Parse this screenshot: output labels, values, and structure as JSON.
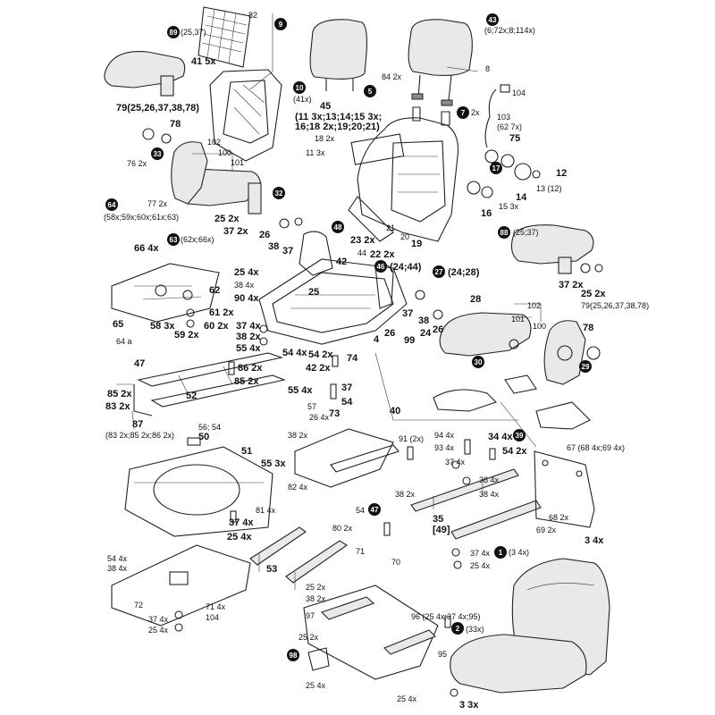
{
  "callouts": [
    {
      "num": "9",
      "label": ""
    },
    {
      "num": "43",
      "label": "(6;72x;8;114x)"
    },
    {
      "num": "89",
      "label": "(25,37)"
    },
    {
      "num": "10",
      "label": "(41x)"
    },
    {
      "num": "5",
      "label": ""
    },
    {
      "num": "7",
      "label": "2x"
    },
    {
      "num": "33",
      "label": ""
    },
    {
      "num": "32",
      "label": ""
    },
    {
      "num": "17",
      "label": ""
    },
    {
      "num": "64",
      "label": "(58x;59x;60x;61x;63)"
    },
    {
      "num": "63",
      "label": "(62x;66x)"
    },
    {
      "num": "48",
      "label": ""
    },
    {
      "num": "46",
      "label": "(24;44)"
    },
    {
      "num": "27",
      "label": "(24;28)"
    },
    {
      "num": "88",
      "label": "(25;37)"
    },
    {
      "num": "30",
      "label": ""
    },
    {
      "num": "29",
      "label": ""
    },
    {
      "num": "39",
      "label": ""
    },
    {
      "num": "47",
      "label": ""
    },
    {
      "num": "1",
      "label": "(3 4x)"
    },
    {
      "num": "2",
      "label": "(33x)"
    },
    {
      "num": "98",
      "label": ""
    }
  ],
  "labels": {
    "l82": "82",
    "l41": "41 5x",
    "l84": "84 2x",
    "l8": "8",
    "l104": "104",
    "l103": "103",
    "l103b": "(62 7x)",
    "l75": "75",
    "l45": "45",
    "l45b": "(11 3x;13;14;15 3x;",
    "l45c": "16;18 2x;19;20;21)",
    "l79a": "79(25,26,37,38,78)",
    "l78a": "78",
    "l18": "18 2x",
    "l11": "11 3x",
    "l76": "76 2x",
    "l102a": "102",
    "l100a": "100",
    "l101a": "101",
    "l77": "77 2x",
    "l25a": "25 2x",
    "l37a": "37 2x",
    "l12": "12",
    "l13": "13 (12)",
    "l14": "14",
    "l15": "15 3x",
    "l16": "16",
    "l26a": "26",
    "l38a": "38",
    "l37b": "37",
    "l23": "23 2x",
    "l21": "21",
    "l20": "20",
    "l19": "19",
    "l22": "22 2x",
    "l44": "44",
    "l42": "42",
    "l66": "66 4x",
    "l62": "62",
    "l25b": "25 4x",
    "l38b": "38 4x",
    "l90": "90 4x",
    "l25c": "25",
    "l37c": "37 2x",
    "l25d": "25 2x",
    "l79b": "79(25,26,37,38,78)",
    "l65": "65",
    "l58": "58 3x",
    "l59": "59 2x",
    "l60": "60 2x",
    "l61": "61 2x",
    "l64b": "64 a",
    "l37d": "37 4x",
    "l38c": "38 2x",
    "l55a": "55 4x",
    "l4": "4",
    "l26b": "26",
    "l99": "99",
    "l24": "24",
    "l37e": "37",
    "l38d": "38",
    "l26c": "26",
    "l28": "28",
    "l102b": "102",
    "l101b": "101",
    "l100b": "100",
    "l78b": "78",
    "l47": "47",
    "l86": "86 2x",
    "l85a": "85 2x",
    "l52": "52",
    "l85b": "85 2x",
    "l83": "83 2x",
    "l87": "87",
    "l87b": "(83 2x;85 2x;86 2x)",
    "l54a": "54 4x",
    "l42b": "42 2x",
    "l54b": "54 2x",
    "l74": "74",
    "l55b": "55 4x",
    "l37f": "37",
    "l54c": "54",
    "l73": "73",
    "l57": "57",
    "l26d": "26 4x",
    "l40": "40",
    "l56": "56; 54",
    "l50": "50",
    "l51": "51",
    "l55c": "55 3x",
    "l82b": "82 4x",
    "l81": "81 4x",
    "l37g": "37 4x",
    "l25e": "25 4x",
    "l38e": "38 2x",
    "l91": "91 (2x)",
    "l94": "94 4x",
    "l93": "93 4x",
    "l34": "34 4x",
    "l37h": "37 4x",
    "l54d": "54 2x",
    "l38f": "38 4x",
    "l38g": "38 2x",
    "l38h": "38 4x",
    "l67": "67 (68 4x;69 4x)",
    "l68": "68 2x",
    "l69": "69 2x",
    "l3a": "3 4x",
    "l54e": "54",
    "l80": "80 2x",
    "l35": "35",
    "l49": "[49]",
    "l71": "71",
    "l70": "70",
    "l37i": "37 4x",
    "l25f": "25 4x",
    "l53": "53",
    "l54f": "54 4x",
    "l38i": "38 4x",
    "l72": "72",
    "l71b": "71 4x",
    "l37j": "37 4x",
    "l25g": "25 4x",
    "l104b": "104",
    "l25h": "25 2x",
    "l38j": "38 2x",
    "l97": "97",
    "l96": "96 (25 4x;37 4x;95)",
    "l95": "95",
    "l25i": "25 2x",
    "l25j": "25 4x",
    "l25k": "25 4x",
    "l3b": "3 3x"
  }
}
